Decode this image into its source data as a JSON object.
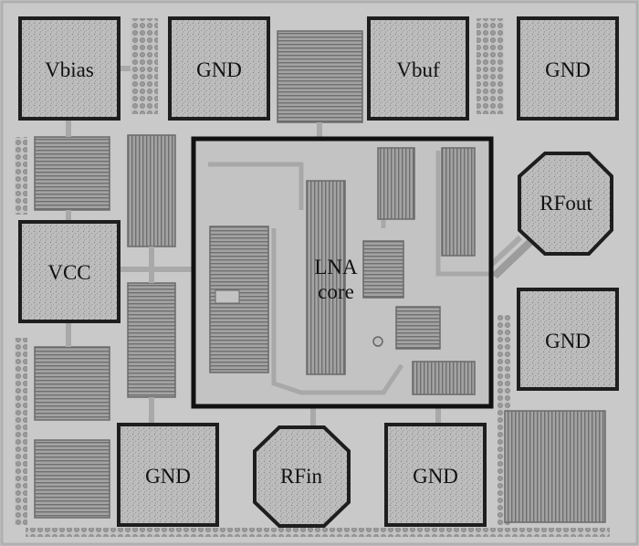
{
  "pads": {
    "vbias": "Vbias",
    "gnd_top_1": "GND",
    "vbuf": "Vbuf",
    "gnd_top_2": "GND",
    "vcc": "VCC",
    "rfout": "RFout",
    "gnd_right": "GND",
    "gnd_bottom_1": "GND",
    "rfin": "RFin",
    "gnd_bottom_2": "GND"
  },
  "core": {
    "line1": "LNA",
    "line2": "core"
  },
  "colors": {
    "substrate": "#c8c8c8",
    "pad_fill": "#b7b7b7",
    "pad_border": "#1e1e1e",
    "core_border": "#111111",
    "capacitor": "#9c9c9c"
  }
}
